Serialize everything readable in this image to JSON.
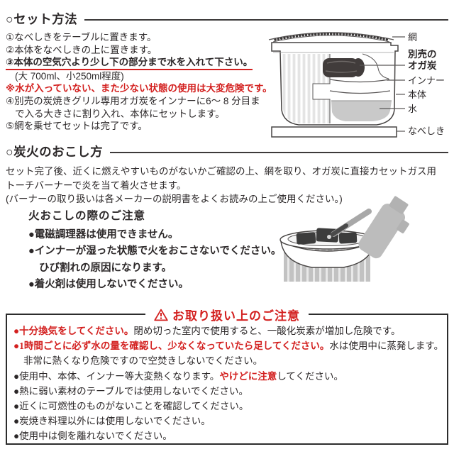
{
  "colors": {
    "red": "#d3201f",
    "ink": "#2b2728",
    "water_gray": "#c9c9c9",
    "charcoal_dark": "#413c3b",
    "torch_gray": "#bcbcbc"
  },
  "set": {
    "heading": "○セット方法",
    "steps": [
      "①なべしきをテーブルに置きます。",
      "②本体をなべしきの上に置きます。",
      "③本体の空気穴より少し下の部分まで水を入れて下さい。",
      "(大 700ml、小250ml程度)",
      "※水が入っていない、また少ない状態の使用は大変危険です。",
      "④別売の炭焼きグリル専用オガ炭をインナーに6～ 8 分目ま",
      "で入る大きさに割り入れ、本体にセットします。",
      "⑤網を乗せてセットは完了です。"
    ]
  },
  "diagram": {
    "labels": [
      "網",
      "別売の",
      "オガ炭",
      "インナー",
      "本体",
      "水",
      "なべしき"
    ]
  },
  "fire": {
    "heading": "○炭火のおこし方",
    "lines": [
      "セット完了後、近くに燃えやすいものがないかご確認の上、網を取り、オガ炭に直接カセットガス用",
      "トーチバーナーで炎を当て着火させます。",
      "(バーナーの取り扱いは各メーカーの説明書をよくお読みの上ご使用ください。)"
    ]
  },
  "fire_caution": {
    "heading": "火おこしの際のご注意",
    "items": [
      "●電磁調理器は使用できません。",
      "●インナーが湿った状態で火をおこさないでください。",
      "ひび割れの原因になります。",
      "●着火剤は使用しないでください。"
    ]
  },
  "handling": {
    "title": "お取り扱い上のご注意",
    "items": [
      {
        "s1": "●十分換気をしてください。",
        "s2": "閉め切った室内で使用すると、一酸化炭素が増加し危険です。"
      },
      {
        "s1": "●1時間ごとに必ず水の量を確認し、少なくなっていたら足してください。",
        "s2": "水は使用中に蒸発します。"
      },
      {
        "s2": "非常に熱くなり危険ですので空焚きしないでください。"
      },
      {
        "s0": "●使用中、本体、インナー等大変熱くなります。",
        "s1": "やけどに注意",
        "s2": "してください。"
      },
      {
        "s2": "●熱に弱い素材のテーブルでは使用しないでください。"
      },
      {
        "s2": "●近くに可燃性のものがないことを確認してください。"
      },
      {
        "s2": "●炭焼き料理以外には使用しないでください。"
      },
      {
        "s2": "●使用中は側を離れないでください。"
      }
    ]
  }
}
